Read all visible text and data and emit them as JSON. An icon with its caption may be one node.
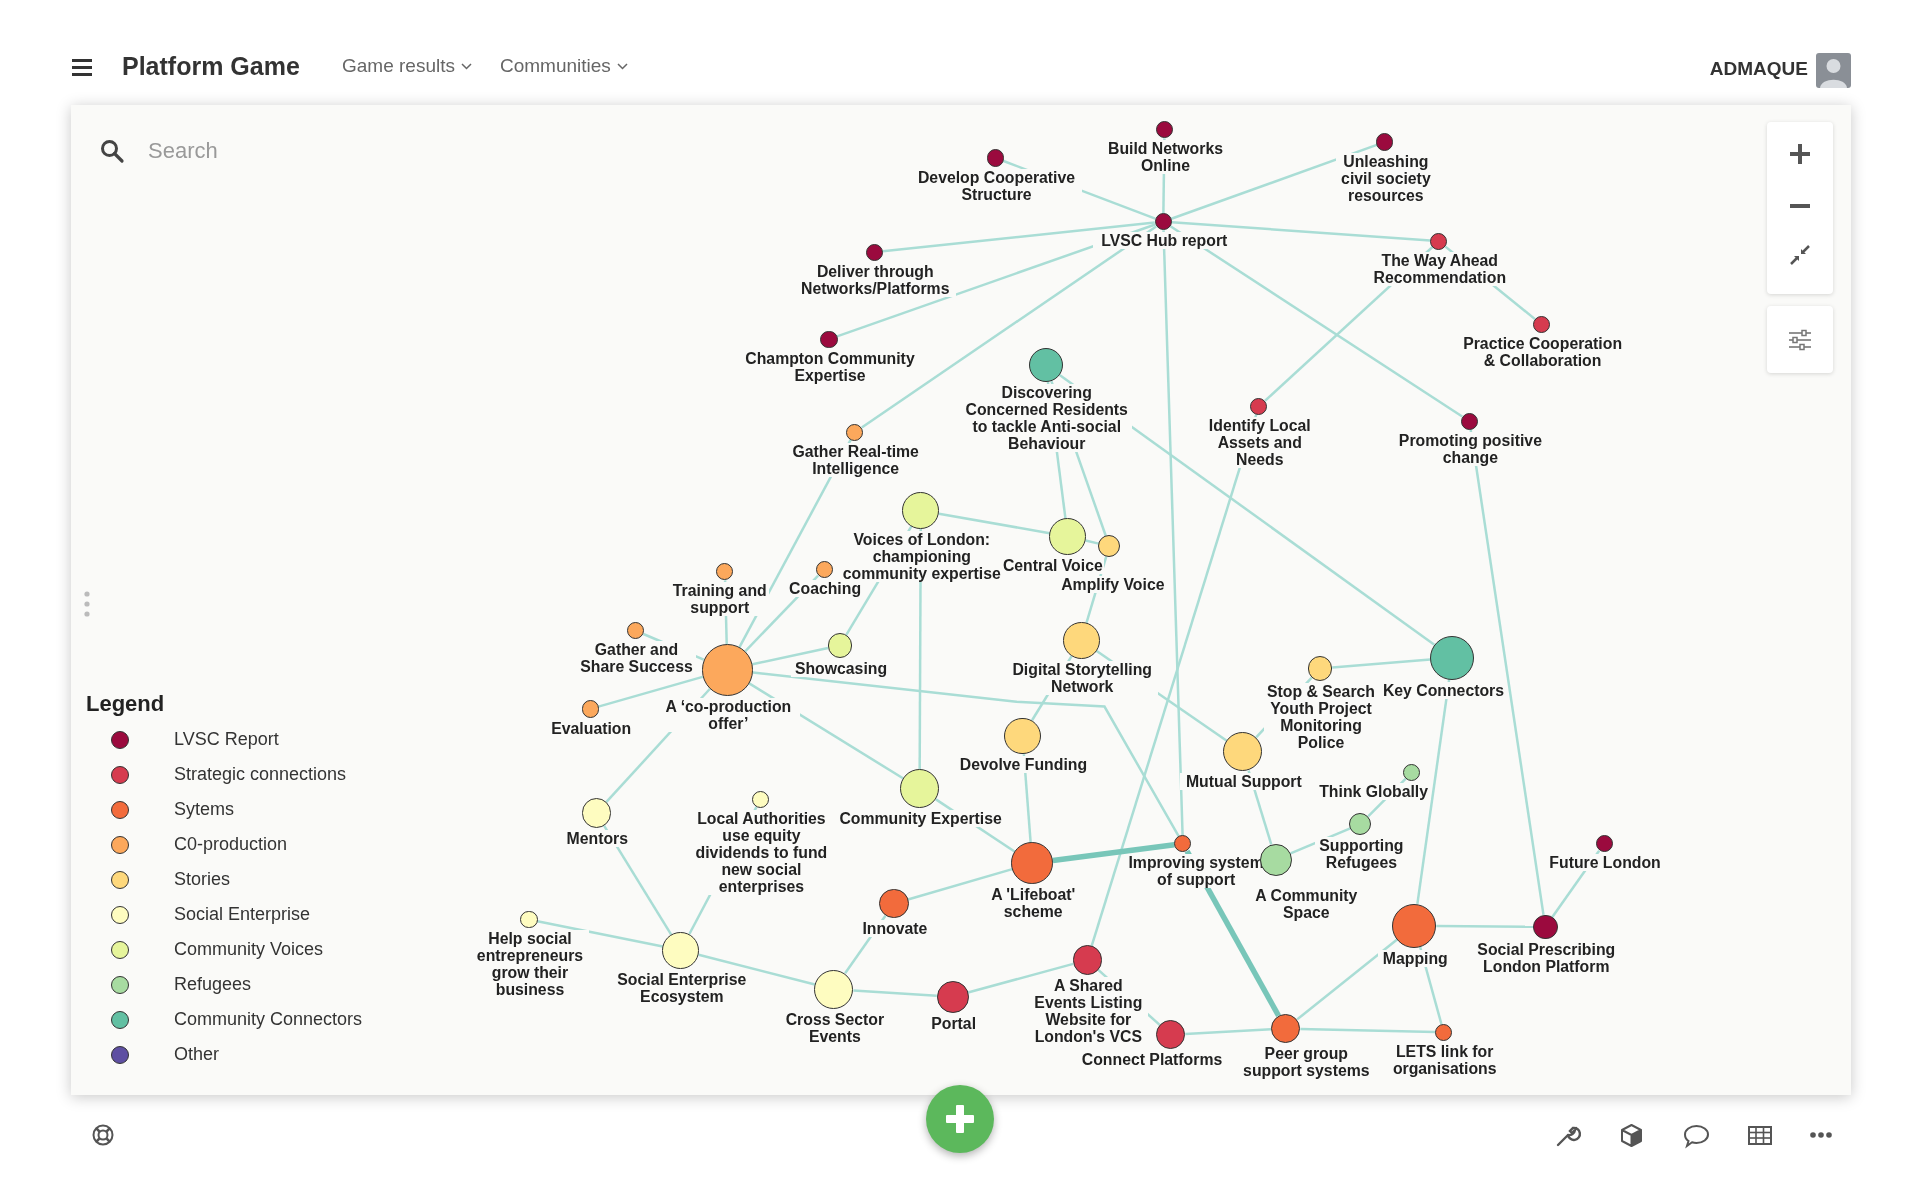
{
  "diagram": {
    "title": "Platform Game",
    "nodes": [
      {
        "text": [
          "Build Networks Online"
        ]
      },
      {
        "text": [
          "Develop Cooperative Structure"
        ]
      },
      {
        "text": [
          "Unleashing civil society resources"
        ]
      },
      {
        "text": [
          "LVSC Hub report"
        ]
      },
      {
        "text": [
          "The Way Ahead Recommendation"
        ]
      },
      {
        "text": [
          "Deliver through Networks/Platforms"
        ]
      },
      {
        "text": [
          "Practice Cooperation & Collaboration"
        ]
      },
      {
        "text": [
          "Champton Community Expertise"
        ]
      },
      {
        "text": [
          "Discovering Concerned Residents to tackle Anti-social Behaviour"
        ]
      },
      {
        "text": [
          "Identify Local Assets and Needs"
        ]
      },
      {
        "text": [
          "Promoting positive change"
        ]
      },
      {
        "text": [
          "Gather Real-time Intelligence"
        ]
      },
      {
        "text": [
          "Voices of London: championing community expertise"
        ]
      },
      {
        "text": [
          "Central Voice"
        ]
      },
      {
        "text": [
          "Amplify Voice"
        ]
      },
      {
        "text": [
          "Training and support"
        ]
      },
      {
        "text": [
          "Coaching"
        ]
      },
      {
        "text": [
          "Gather and Share Success"
        ]
      },
      {
        "text": [
          "A ‘co-production offer’"
        ]
      },
      {
        "text": [
          "Showcasing"
        ]
      },
      {
        "text": [
          "Digital Storytelling Network"
        ]
      },
      {
        "text": [
          "Key Connectors"
        ]
      },
      {
        "text": [
          "Stop & Search Youth Project Monitoring Police"
        ]
      },
      {
        "text": [
          "Evaluation"
        ]
      },
      {
        "text": [
          "Devolve Funding"
        ]
      },
      {
        "text": [
          "Mutual Support"
        ]
      },
      {
        "text": [
          "Think Globally"
        ]
      },
      {
        "text": [
          "Mentors"
        ]
      },
      {
        "text": [
          "Local Authorities use equity dividends to fund new social enterprises"
        ]
      },
      {
        "text": [
          "Community Expertise"
        ]
      },
      {
        "text": [
          "Supporting Refugees"
        ]
      },
      {
        "text": [
          "Improving system of support"
        ]
      },
      {
        "text": [
          "A Community Space"
        ]
      },
      {
        "text": [
          "A 'Lifeboat' scheme"
        ]
      },
      {
        "text": [
          "Future London"
        ]
      },
      {
        "text": [
          "Innovate"
        ]
      },
      {
        "text": [
          "Help social entrepreneurs grow their business"
        ]
      },
      {
        "text": [
          "Mapping"
        ]
      },
      {
        "text": [
          "Social Prescribing London Platform"
        ]
      },
      {
        "text": [
          "Social Enterprise Ecosystem"
        ]
      },
      {
        "text": [
          "A Shared Events Listing Website for London's VCS"
        ]
      },
      {
        "text": [
          "Cross Sector Events"
        ]
      },
      {
        "text": [
          "Portal"
        ]
      },
      {
        "text": [
          "Connect Platforms"
        ]
      },
      {
        "text": [
          "Peer group support systems"
        ]
      },
      {
        "text": [
          "LETS link for organisations"
        ]
      }
    ],
    "edges": [
      {
        "from": 3,
        "to": 0,
        "arrow": "none"
      },
      {
        "from": 3,
        "to": 1,
        "arrow": "none"
      },
      {
        "from": 3,
        "to": 2,
        "arrow": "none"
      },
      {
        "from": 3,
        "to": 4,
        "arrow": "none"
      },
      {
        "from": 3,
        "to": 5,
        "arrow": "none"
      },
      {
        "from": 3,
        "to": 7,
        "arrow": "none"
      },
      {
        "from": 3,
        "to": 11,
        "arrow": "none"
      },
      {
        "from": 3,
        "to": 10,
        "arrow": "none"
      },
      {
        "from": 3,
        "to": 31,
        "arrow": "none"
      },
      {
        "from": 4,
        "to": 6,
        "arrow": "none"
      },
      {
        "from": 4,
        "to": 9,
        "arrow": "none"
      },
      {
        "from": 9,
        "to": 40,
        "arrow": "none"
      },
      {
        "from": 8,
        "to": 13,
        "arrow": "none"
      },
      {
        "from": 8,
        "to": 14,
        "arrow": "none"
      },
      {
        "from": 8,
        "to": 21,
        "arrow": "none"
      },
      {
        "from": 10,
        "to": 38,
        "arrow": "none"
      },
      {
        "from": 11,
        "to": 18,
        "arrow": "none"
      },
      {
        "from": 12,
        "to": 13,
        "arrow": "none"
      },
      {
        "from": 12,
        "to": 19,
        "arrow": "none"
      },
      {
        "from": 12,
        "to": 29,
        "arrow": "none"
      },
      {
        "from": 13,
        "to": 14,
        "arrow": "none"
      },
      {
        "from": 14,
        "to": 20,
        "arrow": "none"
      },
      {
        "from": 15,
        "to": 18,
        "arrow": "none"
      },
      {
        "from": 16,
        "to": 18,
        "arrow": "none"
      },
      {
        "from": 17,
        "to": 18,
        "arrow": "none"
      },
      {
        "from": 19,
        "to": 18,
        "arrow": "none"
      },
      {
        "from": 23,
        "to": 18,
        "arrow": "none"
      },
      {
        "from": 27,
        "to": 18,
        "arrow": "none"
      },
      {
        "from": 18,
        "to": 29,
        "arrow": "none"
      },
      {
        "from": 18,
        "to": 31,
        "arrow": "none"
      },
      {
        "from": 20,
        "to": 24,
        "arrow": "none"
      },
      {
        "from": 20,
        "to": 25,
        "arrow": "none"
      },
      {
        "from": 21,
        "to": 22,
        "arrow": "none"
      },
      {
        "from": 21,
        "to": 37,
        "arrow": "none"
      },
      {
        "from": 22,
        "to": 25,
        "arrow": "none"
      },
      {
        "from": 24,
        "to": 33,
        "arrow": "none"
      },
      {
        "from": 25,
        "to": 32,
        "arrow": "none"
      },
      {
        "from": 26,
        "to": 30,
        "arrow": "none"
      },
      {
        "from": 30,
        "to": 32,
        "arrow": "none"
      },
      {
        "from": 27,
        "to": 39,
        "arrow": "none"
      },
      {
        "from": 28,
        "to": 39,
        "arrow": "none"
      },
      {
        "from": 36,
        "to": 39,
        "arrow": "none"
      },
      {
        "from": 39,
        "to": 41,
        "arrow": "none"
      },
      {
        "from": 29,
        "to": 33,
        "arrow": "none"
      },
      {
        "from": 31,
        "to": 33,
        "arrow": "none",
        "style": "thick"
      },
      {
        "from": 31,
        "to": 44,
        "arrow": "none",
        "style": "thick"
      },
      {
        "from": 33,
        "to": 35,
        "arrow": "none"
      },
      {
        "from": 35,
        "to": 41,
        "arrow": "none"
      },
      {
        "from": 41,
        "to": 42,
        "arrow": "none"
      },
      {
        "from": 42,
        "to": 40,
        "arrow": "none"
      },
      {
        "from": 40,
        "to": 43,
        "arrow": "none"
      },
      {
        "from": 43,
        "to": 44,
        "arrow": "none"
      },
      {
        "from": 44,
        "to": 37,
        "arrow": "none"
      },
      {
        "from": 44,
        "to": 45,
        "arrow": "none"
      },
      {
        "from": 37,
        "to": 45,
        "arrow": "none"
      },
      {
        "from": 37,
        "to": 38,
        "arrow": "none"
      },
      {
        "from": 38,
        "to": 34,
        "arrow": "none"
      }
    ],
    "labels": [
      "Game results",
      "Communities",
      "ADMAQUE",
      "Search",
      "Legend"
    ],
    "legend": [
      {
        "text": "LVSC Report",
        "color": "#9b0a3e"
      },
      {
        "text": "Strategic connections",
        "color": "#d63b4f"
      },
      {
        "text": "Sytems",
        "color": "#f26b3c"
      },
      {
        "text": "C0-production",
        "color": "#fca85c"
      },
      {
        "text": "Stories",
        "color": "#fed87c"
      },
      {
        "text": "Social Enterprise",
        "color": "#fefcc0"
      },
      {
        "text": "Community Voices",
        "color": "#e6f59b"
      },
      {
        "text": "Refugees",
        "color": "#a7dba1"
      },
      {
        "text": "Community Connectors",
        "color": "#62c0a3"
      },
      {
        "text": "Other",
        "color": "#5e4fa2"
      }
    ]
  }
}
